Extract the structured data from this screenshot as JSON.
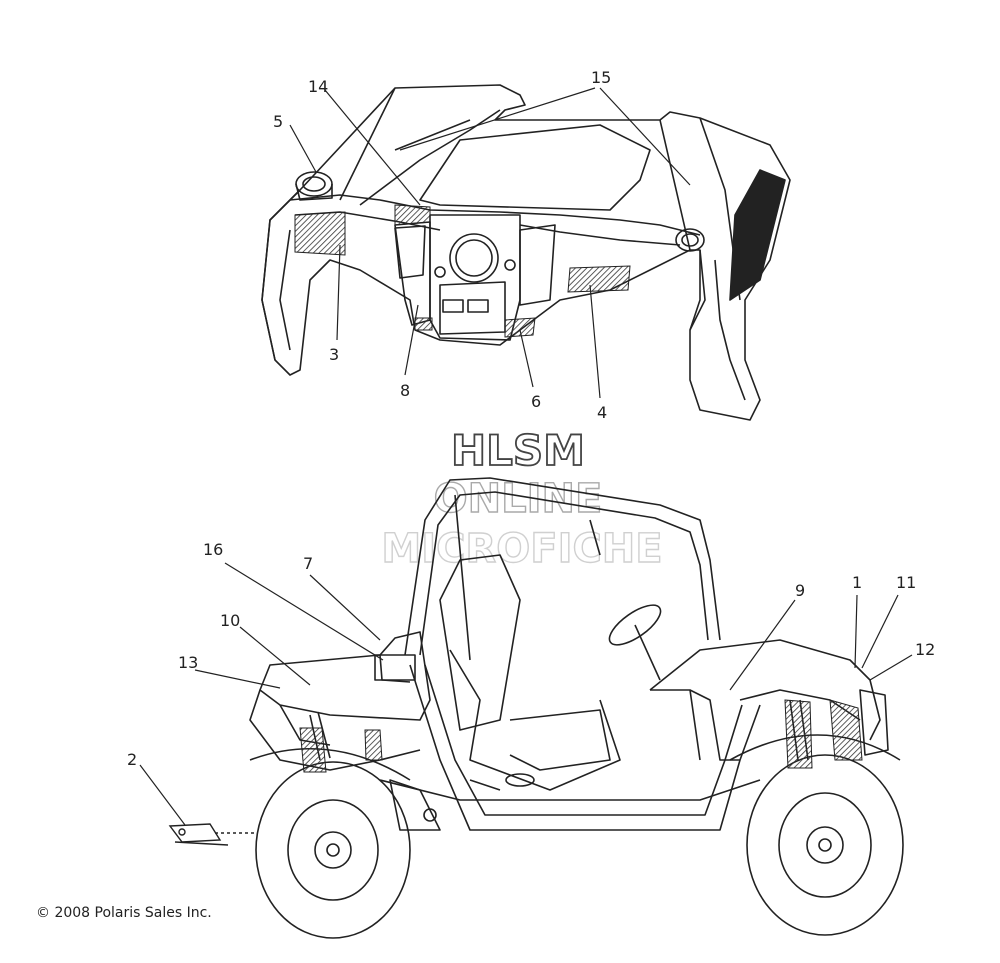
{
  "callouts": {
    "c1": "1",
    "c2": "2",
    "c3": "3",
    "c4": "4",
    "c5": "5",
    "c6": "6",
    "c7": "7",
    "c8": "8",
    "c9": "9",
    "c10": "10",
    "c11": "11",
    "c12": "12",
    "c13": "13",
    "c14": "14",
    "c15": "15",
    "c16": "16"
  },
  "watermark": {
    "line1": "HLSM",
    "line2": "ONLINE",
    "line3": "MICROFICHE"
  },
  "footer": {
    "copyright": "© 2008 Polaris Sales Inc."
  }
}
